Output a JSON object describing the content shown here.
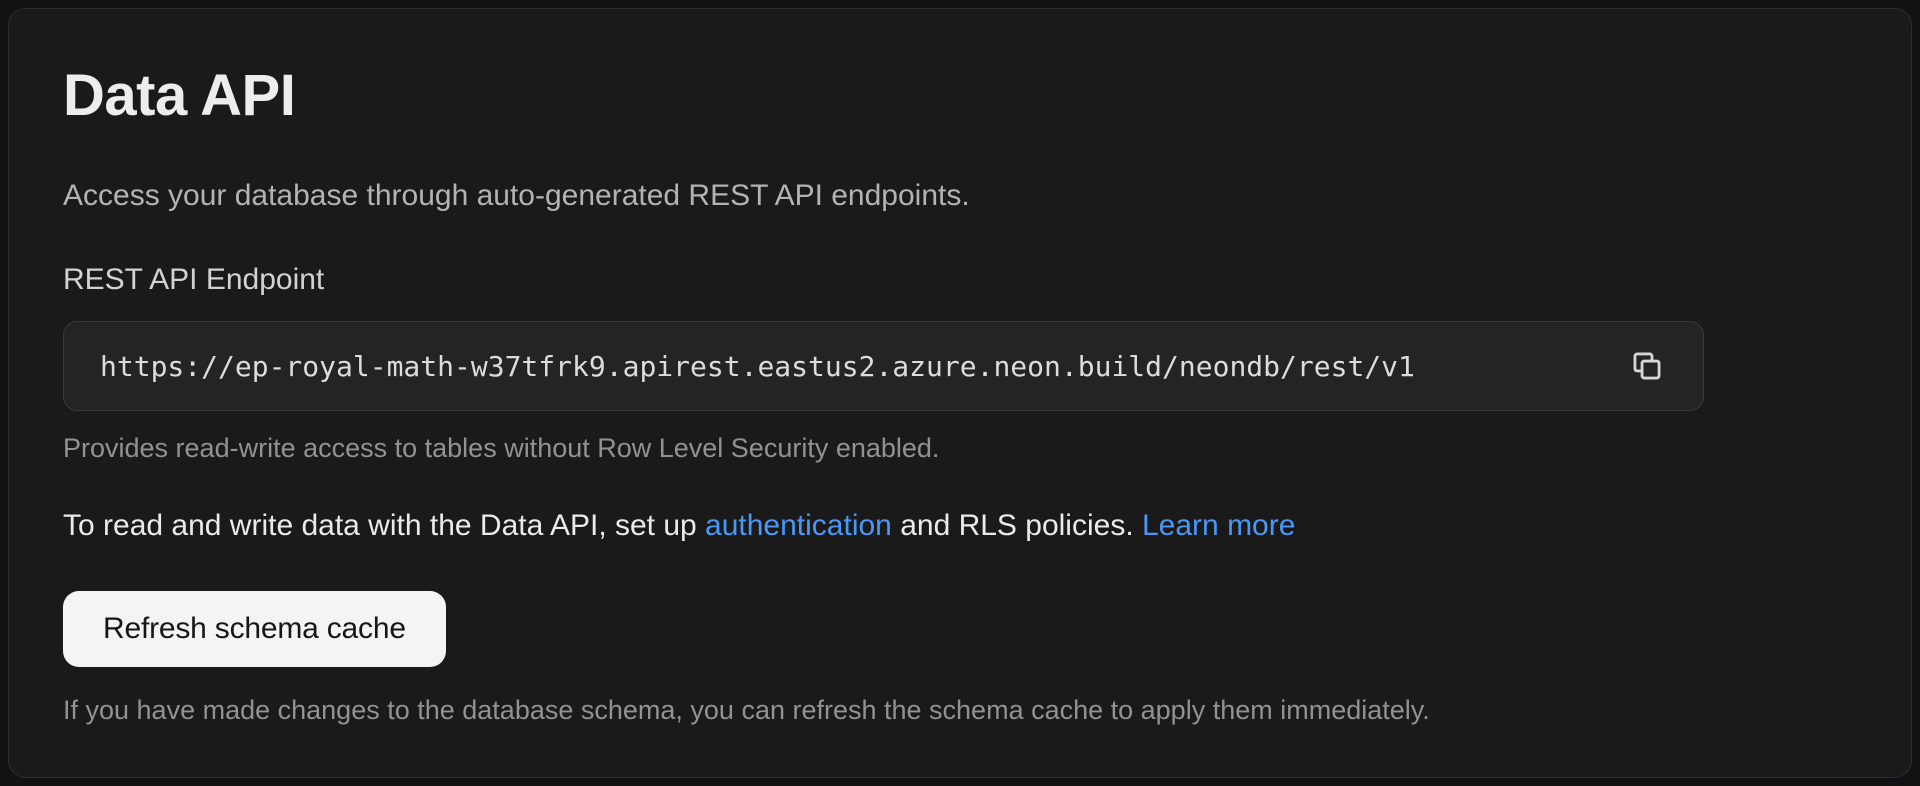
{
  "panel": {
    "title": "Data API",
    "description": "Access your database through auto-generated REST API endpoints."
  },
  "endpoint": {
    "label": "REST API Endpoint",
    "url": "https://ep-royal-math-w37tfrk9.apirest.eastus2.azure.neon.build/neondb/rest/v1",
    "copy_icon": "copy-icon",
    "helper": "Provides read-write access to tables without Row Level Security enabled."
  },
  "rls_note": {
    "before_auth_link": "To read and write data with the Data API, set up ",
    "auth_link": "authentication",
    "between_links": " and RLS policies. ",
    "learn_more_link": "Learn more"
  },
  "schema_cache": {
    "button_label": "Refresh schema cache",
    "helper": "If you have made changes to the database schema, you can refresh the schema cache to apply them immediately."
  },
  "colors": {
    "page_bg": "#121214",
    "card_bg": "#1a1a1b",
    "card_border": "#2d2d30",
    "field_bg": "#242427",
    "field_border": "#3a3a3e",
    "link": "#4a97f5",
    "button_bg": "#f4f4f4",
    "button_text": "#161616"
  }
}
